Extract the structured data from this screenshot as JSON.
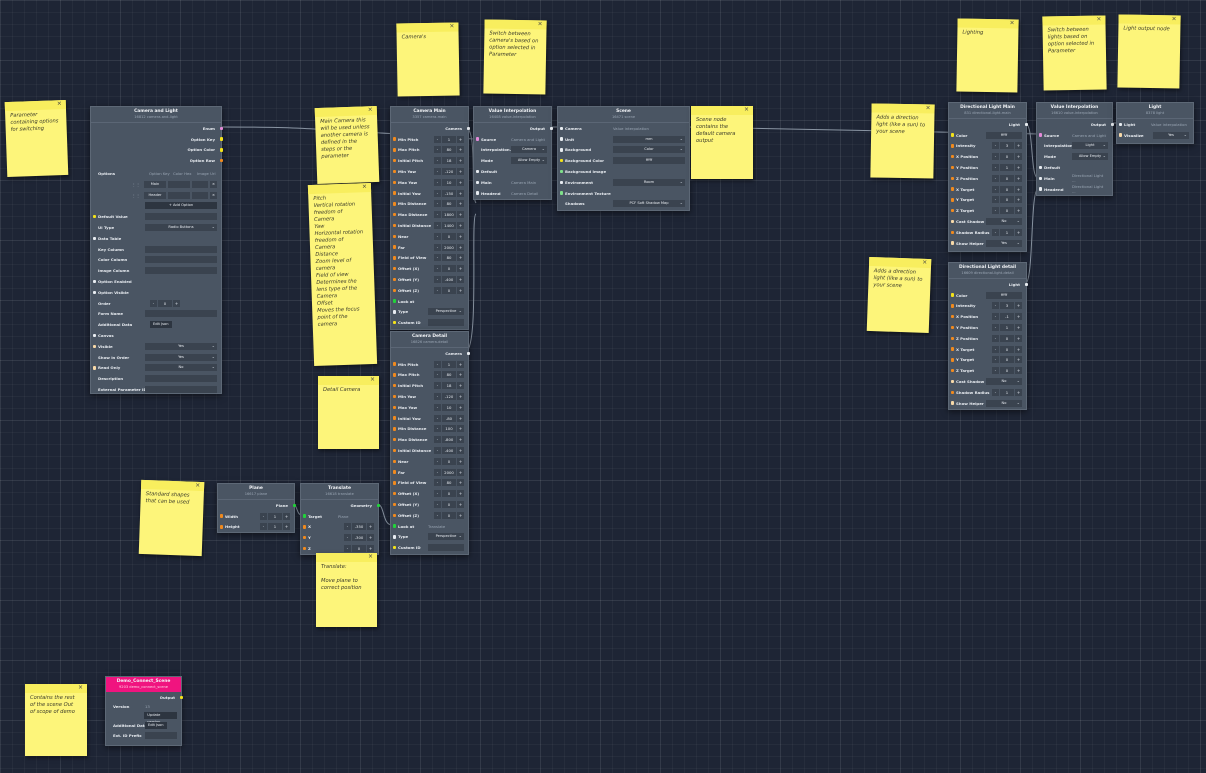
{
  "canvas": {
    "background": "#1e2535",
    "node_bg": "#4a5563",
    "sticky_bg": "#fdf57a",
    "accent_pink": "#f0147f"
  },
  "camera_and_light": {
    "title": "Camera and Light",
    "subtitle": "16812 camera-and-light",
    "outputs": [
      "Enum",
      "Option Key",
      "Option Color",
      "Option Row"
    ],
    "options_label": "Options",
    "option_cols": [
      "Option Key",
      "Color Hex",
      "Image Url"
    ],
    "option_rows": [
      {
        "key": "Main"
      },
      {
        "key": "Header"
      }
    ],
    "add_option": "+ Add Option",
    "default_value": "Default Value",
    "ui_type_label": "UI Type",
    "ui_type_value": "Radio Buttons",
    "data_table": "Data Table",
    "key_column": "Key Column",
    "color_column": "Color Column",
    "image_column": "Image Column",
    "option_enabled": "Option Enabled",
    "option_visible": "Option Visible",
    "order_label": "Order",
    "order_value": "0",
    "form_name": "Form Name",
    "additional_data_label": "Additional Data",
    "edit_json": "Edit Json",
    "canvas_label": "Canvas",
    "visible_label": "Visible",
    "visible_value": "Yes",
    "show_in_order_label": "Show in Order",
    "show_in_order_value": "Yes",
    "read_only_label": "Read Only",
    "read_only_value": "No",
    "description_label": "Description",
    "external_param_label": "External Parameter ID"
  },
  "camera_main": {
    "title": "Camera Main",
    "subtitle": "3357 camera-main",
    "output": "Camera",
    "fields": [
      {
        "label": "Min Pitch",
        "value": "1"
      },
      {
        "label": "Max Pitch",
        "value": "80"
      },
      {
        "label": "Initial Pitch",
        "value": "18"
      },
      {
        "label": "Min Yaw",
        "value": "-120"
      },
      {
        "label": "Max Yaw",
        "value": "10"
      },
      {
        "label": "Initial Yaw",
        "value": "-150"
      },
      {
        "label": "Min Distance",
        "value": "80"
      },
      {
        "label": "Max Distance",
        "value": "1800"
      },
      {
        "label": "Initial Distance",
        "value": "1400"
      },
      {
        "label": "Near",
        "value": "0"
      },
      {
        "label": "Far",
        "value": "2000"
      },
      {
        "label": "Field of View",
        "value": "80"
      },
      {
        "label": "Offset (X)",
        "value": "0"
      },
      {
        "label": "Offset (Y)",
        "value": "-400"
      },
      {
        "label": "Offset (Z)",
        "value": "0"
      }
    ],
    "look_at": "Look at",
    "look_at_value": "",
    "type_label": "Type",
    "type_value": "Perspective",
    "custom_id": "Custom ID"
  },
  "camera_detail": {
    "title": "Camera Detail",
    "subtitle": "16826 camera-detail",
    "output": "Camera",
    "fields": [
      {
        "label": "Min Pitch",
        "value": "1"
      },
      {
        "label": "Max Pitch",
        "value": "80"
      },
      {
        "label": "Initial Pitch",
        "value": "18"
      },
      {
        "label": "Min Yaw",
        "value": "-120"
      },
      {
        "label": "Max Yaw",
        "value": "10"
      },
      {
        "label": "Initial Yaw",
        "value": "-80"
      },
      {
        "label": "Min Distance",
        "value": "100"
      },
      {
        "label": "Max Distance",
        "value": "-800"
      },
      {
        "label": "Initial Distance",
        "value": "-400"
      },
      {
        "label": "Near",
        "value": "0"
      },
      {
        "label": "Far",
        "value": "2000"
      },
      {
        "label": "Field of View",
        "value": "80"
      },
      {
        "label": "Offset (X)",
        "value": "0"
      },
      {
        "label": "Offset (Y)",
        "value": "0"
      },
      {
        "label": "Offset (Z)",
        "value": "0"
      }
    ],
    "look_at": "Look at",
    "look_at_value": "Translate",
    "type_label": "Type",
    "type_value": "Perspective",
    "custom_id": "Custom ID"
  },
  "value_interp_camera": {
    "title": "Value Interpolation",
    "subtitle": "16408 value-interpolation",
    "output": "Output",
    "source_label": "Source",
    "source_value": "Camera and Light",
    "interp_label": "Interpolation...",
    "interp_value": "Camera",
    "mode_label": "Mode",
    "mode_value": "Allow Empty",
    "default_label": "Default",
    "main_label": "Main",
    "main_value": "Camera Main",
    "header_label": "Headend",
    "header_value": "Camera Detail"
  },
  "scene": {
    "title": "Scene",
    "subtitle": "16471 scene",
    "camera_label": "Camera",
    "camera_value": "Value interpolation",
    "unit_label": "Unit",
    "unit_value": "mm",
    "background_label": "Background",
    "background_value": "Color",
    "bg_color_label": "Background Color",
    "bg_color_value": "fffff",
    "bg_image_label": "Background Image",
    "environment_label": "Environment",
    "environment_value": "Room",
    "env_texture_label": "Environment Texture",
    "shadows_label": "Shadows",
    "shadows_value": "PCF Soft Shadow Map"
  },
  "plane": {
    "title": "Plane",
    "subtitle": "16617 plane",
    "output": "Plane",
    "fields": [
      {
        "label": "Width",
        "value": "1"
      },
      {
        "label": "Height",
        "value": "1"
      }
    ]
  },
  "translate": {
    "title": "Translate",
    "subtitle": "16618 translate",
    "output": "Geometry",
    "target_label": "Target",
    "target_value": "Plane",
    "fields": [
      {
        "label": "X",
        "value": "-350"
      },
      {
        "label": "Y",
        "value": "-300"
      },
      {
        "label": "Z",
        "value": "0"
      }
    ]
  },
  "dir_light_main": {
    "title": "Directional Light Main",
    "subtitle": "831 directional-light-main",
    "output": "Light",
    "color_label": "Color",
    "color_value": "fffff",
    "fields": [
      {
        "label": "Intensity",
        "value": "3"
      },
      {
        "label": "X Position",
        "value": "0"
      },
      {
        "label": "Y Position",
        "value": "1"
      },
      {
        "label": "Z Position",
        "value": "0"
      },
      {
        "label": "X Target",
        "value": "0"
      },
      {
        "label": "Y Target",
        "value": "0"
      },
      {
        "label": "Z Target",
        "value": "0"
      }
    ],
    "cast_shadow_label": "Cast Shadow",
    "cast_shadow_value": "No",
    "shadow_radius_label": "Shadow Radius",
    "shadow_radius_value": "1",
    "show_helper_label": "Show Helper",
    "show_helper_value": "Yes"
  },
  "dir_light_detail": {
    "title": "Directional Light detail",
    "subtitle": "16609 directional-light-detail",
    "output": "Light",
    "color_label": "Color",
    "color_value": "fffff",
    "fields": [
      {
        "label": "Intensity",
        "value": "3"
      },
      {
        "label": "X Position",
        "value": "-1"
      },
      {
        "label": "Y Position",
        "value": "1"
      },
      {
        "label": "Z Position",
        "value": "0"
      },
      {
        "label": "X Target",
        "value": "0"
      },
      {
        "label": "Y Target",
        "value": "0"
      },
      {
        "label": "Z Target",
        "value": "0"
      }
    ],
    "cast_shadow_label": "Cast Shadow",
    "cast_shadow_value": "No",
    "shadow_radius_label": "Shadow Radius",
    "shadow_radius_value": "1",
    "show_helper_label": "Show Helper",
    "show_helper_value": "No"
  },
  "value_interp_light": {
    "title": "Value Interpolation",
    "subtitle": "16610 value-interpolation",
    "output": "Output",
    "source_label": "Source",
    "source_value": "Camera and Light",
    "interp_label": "Interpolation...",
    "interp_value": "Light",
    "mode_label": "Mode",
    "mode_value": "Allow Empty",
    "default_label": "Default",
    "main_label": "Main",
    "main_value": "Directional Light ...",
    "header_label": "Headend",
    "header_value": "Directional Light ..."
  },
  "light_out": {
    "title": "Light",
    "subtitle": "8378 light",
    "light_label": "Light",
    "light_value": "Value interpolation",
    "visualize_label": "Visualize",
    "visualize_value": "Yes"
  },
  "demo_node": {
    "title": "Demo_Connect_Scene",
    "subtitle": "9203 demo_connect_scene",
    "output": "Output",
    "version_label": "Version",
    "version_value": "13",
    "update_version": "Update version",
    "additional_data_label": "Additional Data",
    "edit_json": "Edit Json",
    "ext_id_label": "Ext. ID Prefix"
  },
  "stickies": [
    {
      "text": "Parameter\ncontaining options\nfor switching"
    },
    {
      "text": "Camera's"
    },
    {
      "text": "Switch between\ncamera's based on\noption selected in\nParameter"
    },
    {
      "text": "Main Camera this\nwill be used unless\nanother camera is\ndefined in the\nsteps or the\nparameter"
    },
    {
      "text": "Pitch\nVertical rotation\nfreedom of\nCamera\nYaw\nHorizontal rotation\nfreedom of\nCamera\nDistance\nZoom level of\ncamera\nField of view\nDetermines the\nlens type of the\nCamera\nOffset\nMoves the focus\npoint of the\ncamera"
    },
    {
      "text": "Scene node\ncontains the\ndefault camera\noutput"
    },
    {
      "text": "Adds a direction\nlight (like a sun) to\nyour scene"
    },
    {
      "text": "Lighting"
    },
    {
      "text": "Switch between\nlights based on\noption selected in\nParameter"
    },
    {
      "text": "Light output node"
    },
    {
      "text": "Adds a direction\nlight (like a sun) to\nyour scene"
    },
    {
      "text": "Detail Camera"
    },
    {
      "text": "Standard shapes\nthat can be used"
    },
    {
      "text": "Translate:\n\nMove plane to\ncorrect position"
    },
    {
      "text": "Contains the rest\nof the scene Out\nof scope of demo"
    }
  ],
  "close_glyph": "×"
}
